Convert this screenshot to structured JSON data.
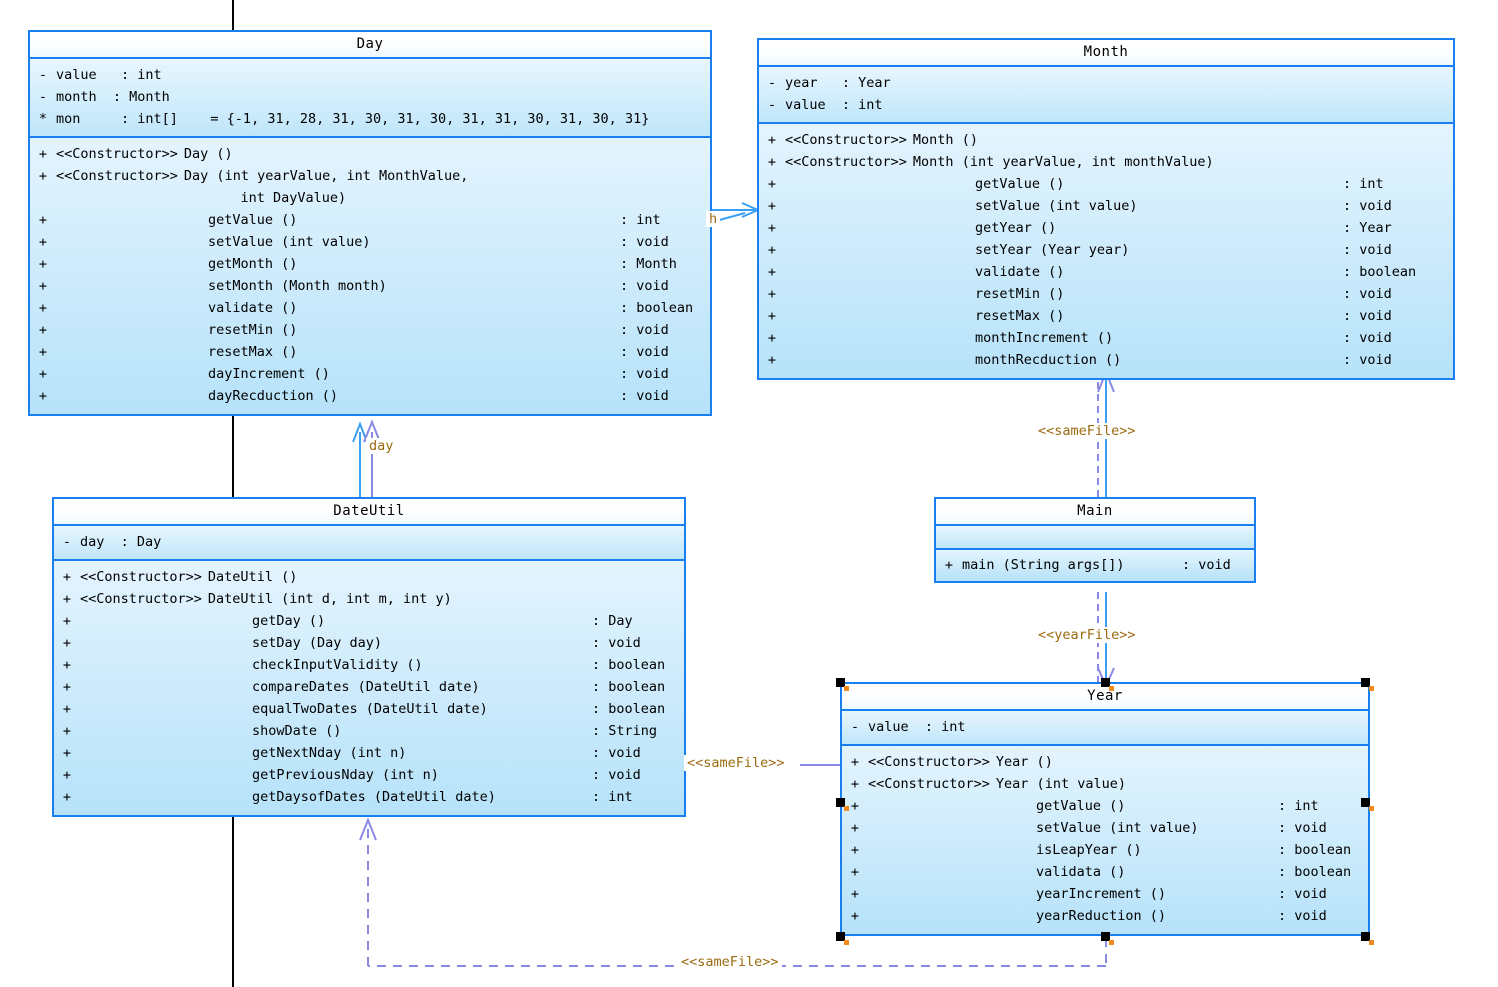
{
  "diagram": {
    "type": "uml-class-diagram",
    "title": "Date utility class diagram"
  },
  "colors": {
    "class_border": "#1a7ff0",
    "class_fill_top": "#ffffff",
    "class_fill_bottom": "#c5e8fb",
    "connector": "#8a8ae6",
    "stereotype_label": "#9b6b10",
    "selection_handle": "#000000",
    "selection_handle_accent": "#f08a1e",
    "guide_line": "#000000"
  },
  "classes": {
    "day": {
      "name": "Day",
      "attributes": [
        {
          "visibility": "-",
          "stereotype": "",
          "name": "value   : int",
          "type": ""
        },
        {
          "visibility": "-",
          "stereotype": "",
          "name": "month  : Month",
          "type": ""
        },
        {
          "visibility": "*",
          "stereotype": "",
          "name": "mon     : int[]    = {-1, 31, 28, 31, 30, 31, 30, 31, 31, 30, 31, 30, 31}",
          "type": ""
        }
      ],
      "operations": [
        {
          "visibility": "+",
          "stereotype": "<<Constructor>>",
          "name": "Day ()",
          "type": ""
        },
        {
          "visibility": "+",
          "stereotype": "<<Constructor>>",
          "name": "Day (int yearValue, int MonthValue,",
          "type": ""
        },
        {
          "visibility": "",
          "stereotype": "",
          "name": "    int DayValue)",
          "type": ""
        },
        {
          "visibility": "+",
          "stereotype": "",
          "name": "getValue ()",
          "type": ": int"
        },
        {
          "visibility": "+",
          "stereotype": "",
          "name": "setValue (int value)",
          "type": ": void"
        },
        {
          "visibility": "+",
          "stereotype": "",
          "name": "getMonth ()",
          "type": ": Month"
        },
        {
          "visibility": "+",
          "stereotype": "",
          "name": "setMonth (Month month)",
          "type": ": void"
        },
        {
          "visibility": "+",
          "stereotype": "",
          "name": "validate ()",
          "type": ": boolean"
        },
        {
          "visibility": "+",
          "stereotype": "",
          "name": "resetMin ()",
          "type": ": void"
        },
        {
          "visibility": "+",
          "stereotype": "",
          "name": "resetMax ()",
          "type": ": void"
        },
        {
          "visibility": "+",
          "stereotype": "",
          "name": "dayIncrement ()",
          "type": ": void"
        },
        {
          "visibility": "+",
          "stereotype": "",
          "name": "dayRecduction ()",
          "type": ": void"
        }
      ]
    },
    "month": {
      "name": "Month",
      "attributes": [
        {
          "visibility": "-",
          "stereotype": "",
          "name": "year   : Year",
          "type": ""
        },
        {
          "visibility": "-",
          "stereotype": "",
          "name": "value  : int",
          "type": ""
        }
      ],
      "operations": [
        {
          "visibility": "+",
          "stereotype": "<<Constructor>>",
          "name": "Month ()",
          "type": ""
        },
        {
          "visibility": "+",
          "stereotype": "<<Constructor>>",
          "name": "Month (int yearValue, int monthValue)",
          "type": ""
        },
        {
          "visibility": "+",
          "stereotype": "",
          "name": "getValue ()",
          "type": ": int"
        },
        {
          "visibility": "+",
          "stereotype": "",
          "name": "setValue (int value)",
          "type": ": void"
        },
        {
          "visibility": "+",
          "stereotype": "",
          "name": "getYear ()",
          "type": ": Year"
        },
        {
          "visibility": "+",
          "stereotype": "",
          "name": "setYear (Year year)",
          "type": ": void"
        },
        {
          "visibility": "+",
          "stereotype": "",
          "name": "validate ()",
          "type": ": boolean"
        },
        {
          "visibility": "+",
          "stereotype": "",
          "name": "resetMin ()",
          "type": ": void"
        },
        {
          "visibility": "+",
          "stereotype": "",
          "name": "resetMax ()",
          "type": ": void"
        },
        {
          "visibility": "+",
          "stereotype": "",
          "name": "monthIncrement ()",
          "type": ": void"
        },
        {
          "visibility": "+",
          "stereotype": "",
          "name": "monthRecduction ()",
          "type": ": void"
        }
      ]
    },
    "dateutil": {
      "name": "DateUtil",
      "attributes": [
        {
          "visibility": "-",
          "stereotype": "",
          "name": "day  : Day",
          "type": ""
        }
      ],
      "operations": [
        {
          "visibility": "+",
          "stereotype": "<<Constructor>>",
          "name": "DateUtil ()",
          "type": ""
        },
        {
          "visibility": "+",
          "stereotype": "<<Constructor>>",
          "name": "DateUtil (int d, int m, int y)",
          "type": ""
        },
        {
          "visibility": "+",
          "stereotype": "",
          "name": "getDay ()",
          "type": ": Day"
        },
        {
          "visibility": "+",
          "stereotype": "",
          "name": "setDay (Day day)",
          "type": ": void"
        },
        {
          "visibility": "+",
          "stereotype": "",
          "name": "checkInputValidity ()",
          "type": ": boolean"
        },
        {
          "visibility": "+",
          "stereotype": "",
          "name": "compareDates (DateUtil date)",
          "type": ": boolean"
        },
        {
          "visibility": "+",
          "stereotype": "",
          "name": "equalTwoDates (DateUtil date)",
          "type": ": boolean"
        },
        {
          "visibility": "+",
          "stereotype": "",
          "name": "showDate ()",
          "type": ": String"
        },
        {
          "visibility": "+",
          "stereotype": "",
          "name": "getNextNday (int n)",
          "type": ": void"
        },
        {
          "visibility": "+",
          "stereotype": "",
          "name": "getPreviousNday (int n)",
          "type": ": void"
        },
        {
          "visibility": "+",
          "stereotype": "",
          "name": "getDaysofDates (DateUtil date)",
          "type": ": int"
        }
      ]
    },
    "main": {
      "name": "Main",
      "attributes": [],
      "operations": [
        {
          "visibility": "+",
          "stereotype": "",
          "name": "main (String args[])",
          "type": ": void"
        }
      ]
    },
    "year": {
      "name": "Year",
      "selected": true,
      "attributes": [
        {
          "visibility": "-",
          "stereotype": "",
          "name": "value  : int",
          "type": ""
        }
      ],
      "operations": [
        {
          "visibility": "+",
          "stereotype": "<<Constructor>>",
          "name": "Year ()",
          "type": ""
        },
        {
          "visibility": "+",
          "stereotype": "<<Constructor>>",
          "name": "Year (int value)",
          "type": ""
        },
        {
          "visibility": "+",
          "stereotype": "",
          "name": "getValue ()",
          "type": ": int"
        },
        {
          "visibility": "+",
          "stereotype": "",
          "name": "setValue (int value)",
          "type": ": void"
        },
        {
          "visibility": "+",
          "stereotype": "",
          "name": "isLeapYear ()",
          "type": ": boolean"
        },
        {
          "visibility": "+",
          "stereotype": "",
          "name": "validata ()",
          "type": ": boolean"
        },
        {
          "visibility": "+",
          "stereotype": "",
          "name": "yearIncrement ()",
          "type": ": void"
        },
        {
          "visibility": "+",
          "stereotype": "",
          "name": "yearReduction ()",
          "type": ": void"
        }
      ]
    }
  },
  "connectors": [
    {
      "id": "day-month",
      "label": "h",
      "from": "Day",
      "to": "Month",
      "kind": "association"
    },
    {
      "id": "dateutil-day",
      "label": "day",
      "from": "DateUtil",
      "to": "Day",
      "kind": "association"
    },
    {
      "id": "main-month",
      "label": "<<sameFile>>",
      "from": "Main",
      "to": "Month",
      "kind": "dependency"
    },
    {
      "id": "main-year",
      "label": "<<yearFile>>",
      "from": "Main",
      "to": "Year",
      "kind": "dependency"
    },
    {
      "id": "dateutil-year",
      "label": "<<sameFile>>",
      "from": "DateUtil",
      "to": "Year",
      "kind": "dependency"
    },
    {
      "id": "dateutil-year-bottom",
      "label": "<<sameFile>>",
      "from": "Year",
      "to": "DateUtil",
      "kind": "dependency"
    }
  ]
}
